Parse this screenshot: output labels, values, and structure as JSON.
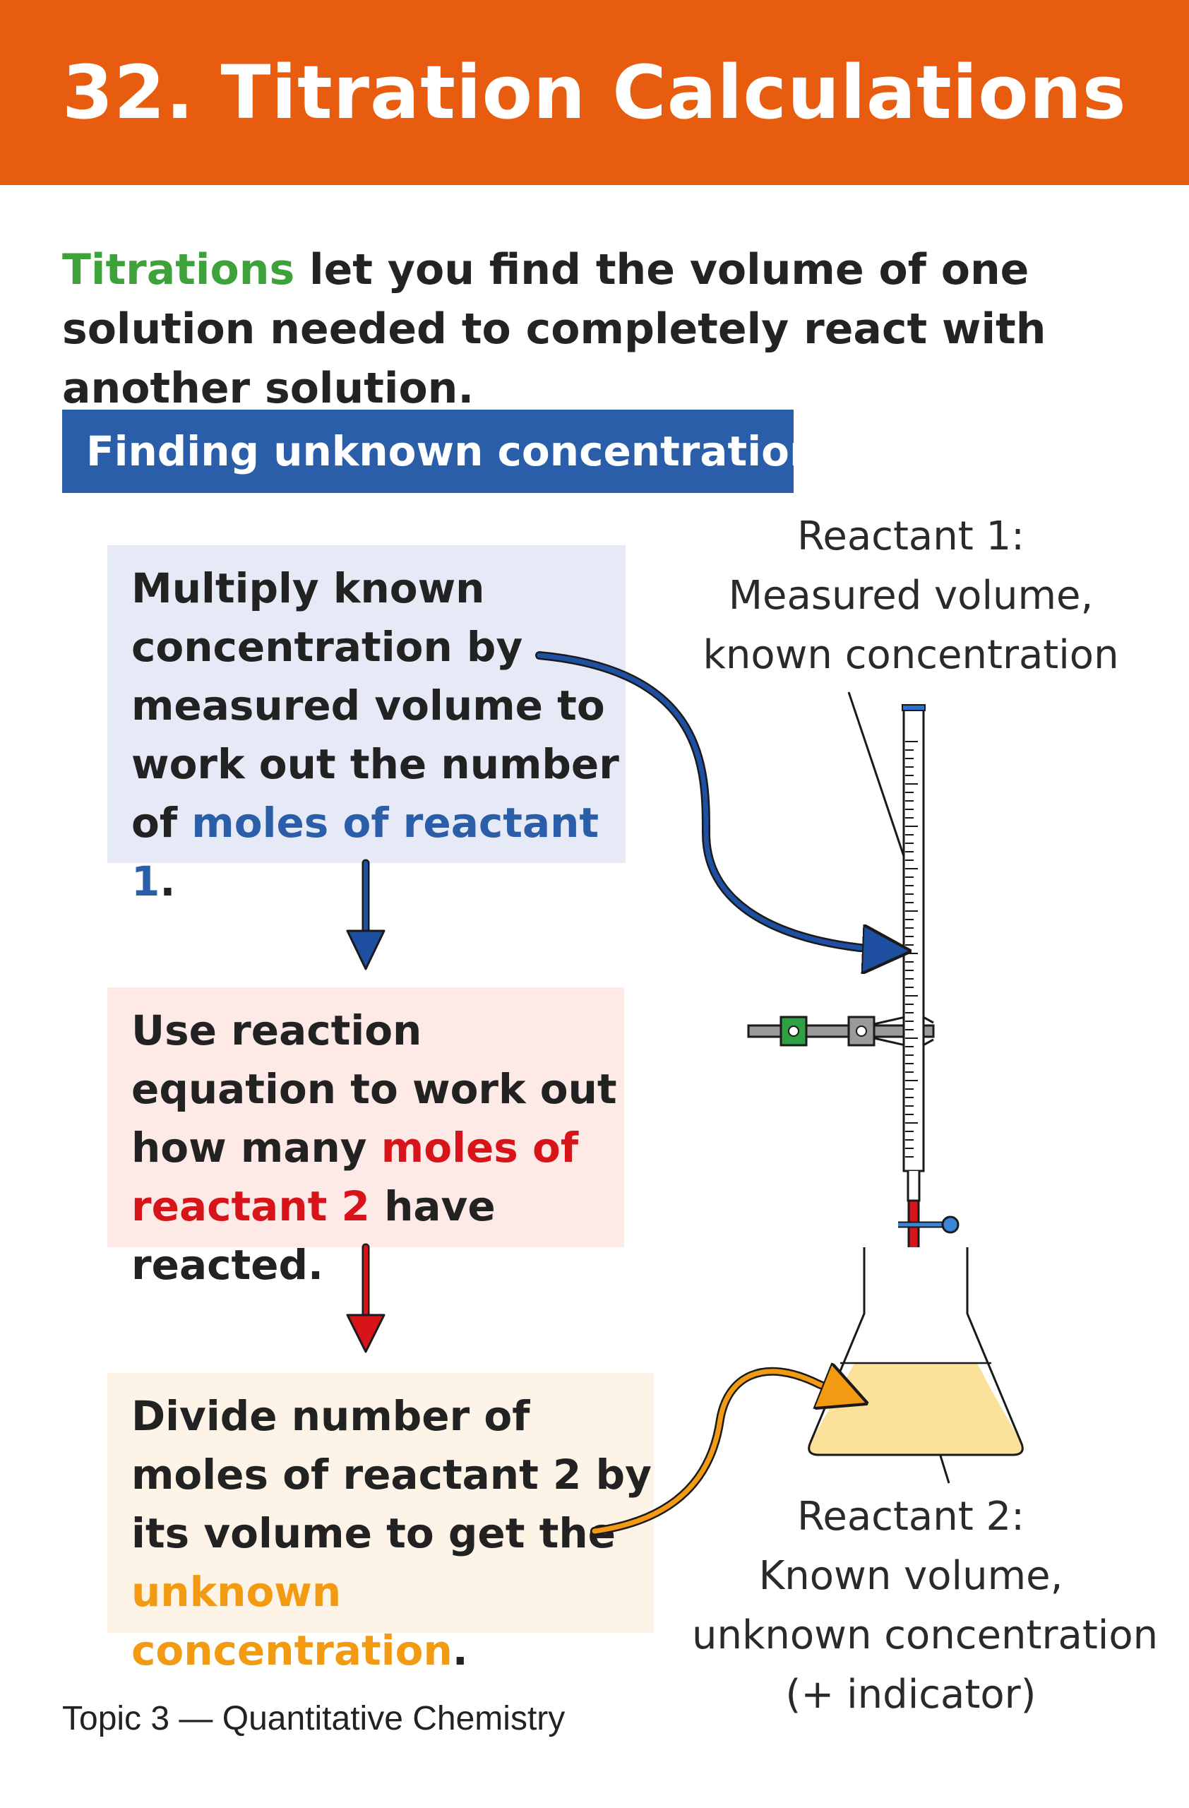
{
  "title": "32. Titration Calculations",
  "intro": {
    "highlight": "Titrations",
    "rest": " let you find the volume of one solution needed to completely react with another solution."
  },
  "section_heading": "Finding unknown concentrations:",
  "steps": [
    {
      "text": "Multiply known concentration by measured volume to work out the number of ",
      "highlight": "moles of reactant 1",
      "end": "."
    },
    {
      "text": "Use reaction equation to work out how many ",
      "highlight": "moles of reactant 2",
      "end": " have reacted."
    },
    {
      "text": "Divide number of moles of reactant 2 by its volume to get the ",
      "highlight": "unknown concentration",
      "end": "."
    }
  ],
  "reactant1_label": [
    "Reactant 1:",
    "Measured volume,",
    "known concentration"
  ],
  "reactant2_label": [
    "Reactant 2:",
    "Known volume,",
    "unknown concentration",
    "(+ indicator)"
  ],
  "footer": "Topic 3 — Quantitative Chemistry",
  "colors": {
    "title_bar": "#e85c10",
    "heading_bar": "#2b5ea8",
    "highlight_green": "#3ea23a",
    "highlight_blue": "#2b5ea8",
    "highlight_red": "#d8141b",
    "highlight_orange": "#f29a12",
    "solution": "#fbe29a"
  },
  "icons": [
    "burette-icon",
    "clamp-stand-icon",
    "conical-flask-icon",
    "curved-arrow-icon",
    "down-arrow-icon"
  ]
}
